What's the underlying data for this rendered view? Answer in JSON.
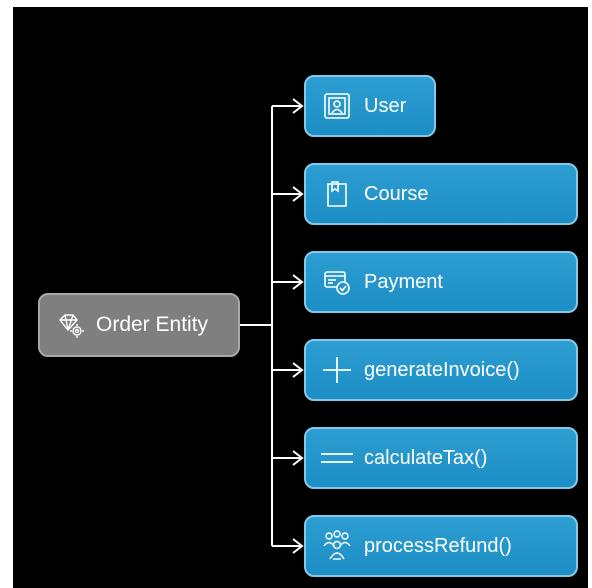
{
  "root": {
    "label": "Order Entity",
    "icon": "gear-gem-icon",
    "color": "#7f7f7f"
  },
  "children": [
    {
      "label": "User",
      "icon": "user-badge-icon"
    },
    {
      "label": "Course",
      "icon": "book-icon"
    },
    {
      "label": "Payment",
      "icon": "payment-check-icon"
    },
    {
      "label": "generateInvoice()",
      "icon": "plus-icon"
    },
    {
      "label": "calculateTax()",
      "icon": "equals-icon"
    },
    {
      "label": "processRefund()",
      "icon": "people-group-icon"
    }
  ],
  "colors": {
    "background": "#000000",
    "child_fill": "#2196cc",
    "child_border": "#84c9e8",
    "connector": "#ffffff"
  }
}
